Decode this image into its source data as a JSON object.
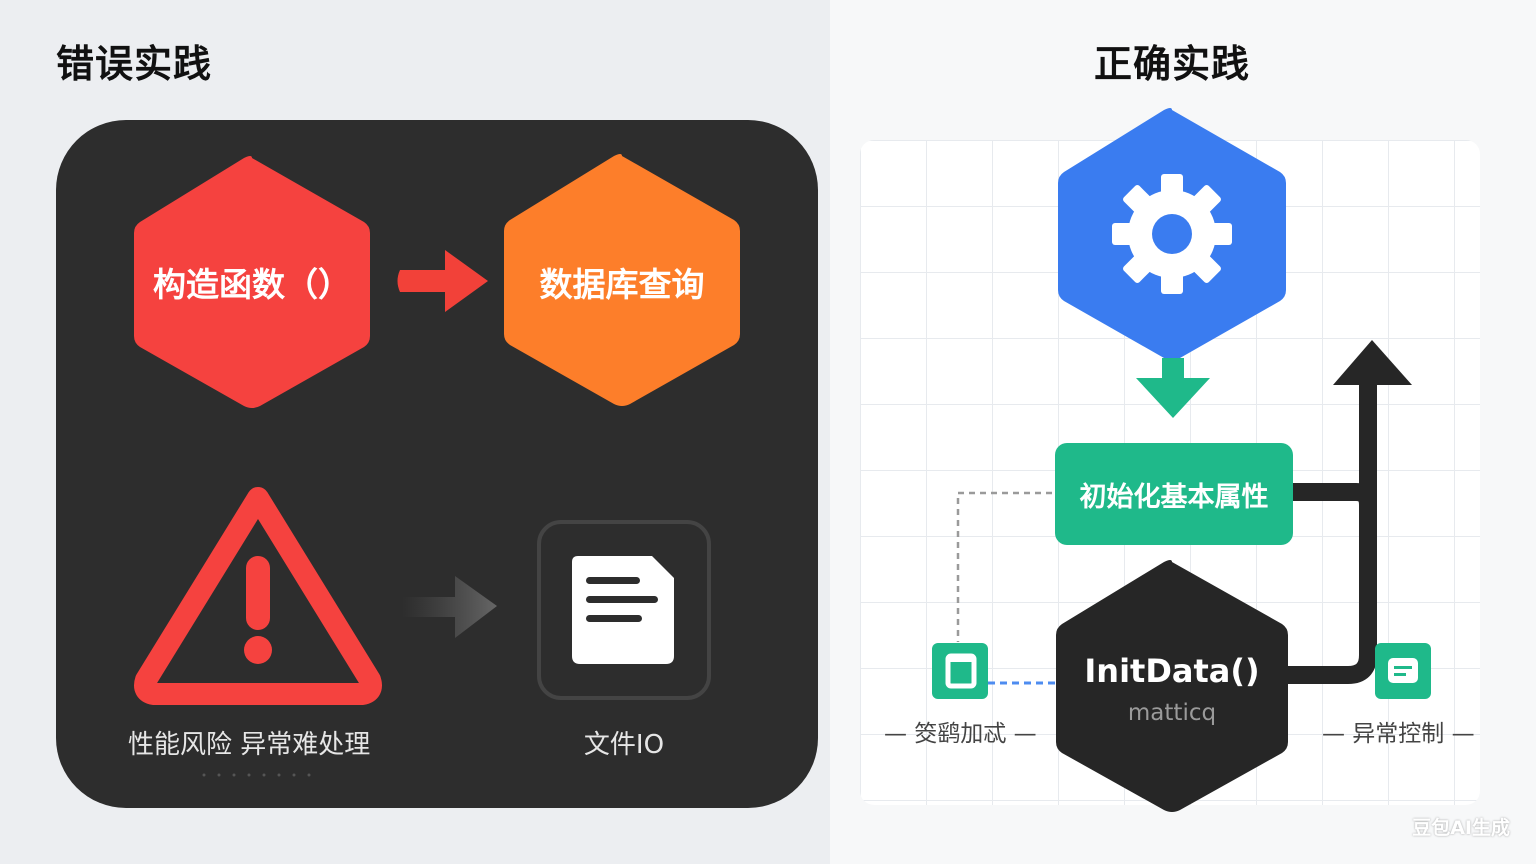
{
  "left_panel": {
    "title": "错误实践",
    "node_constructor": "构造函数（）",
    "node_db_query": "数据库查询",
    "caption_risks": "性能风险   异常难处理",
    "caption_file_io": "文件IO"
  },
  "right_panel": {
    "title": "正确实践",
    "node_init_basic": "初始化基本属性",
    "node_init_data": "InitData()",
    "node_init_data_sub": "matticq",
    "side_left_label": "— 筊鹞加忒 —",
    "side_right_label": "— 异常控制 —"
  },
  "watermark": "豆包AI生成",
  "icons": {
    "gear": "gear-icon",
    "warning": "warning-icon",
    "document": "document-icon",
    "square_badge": "square-badge-icon",
    "message_badge": "message-badge-icon"
  },
  "colors": {
    "red": "#f5423f",
    "orange": "#fd7e2a",
    "blue": "#3a7cf0",
    "green": "#1fb98a",
    "dark": "#2d2d2d",
    "black_hex": "#262626"
  }
}
